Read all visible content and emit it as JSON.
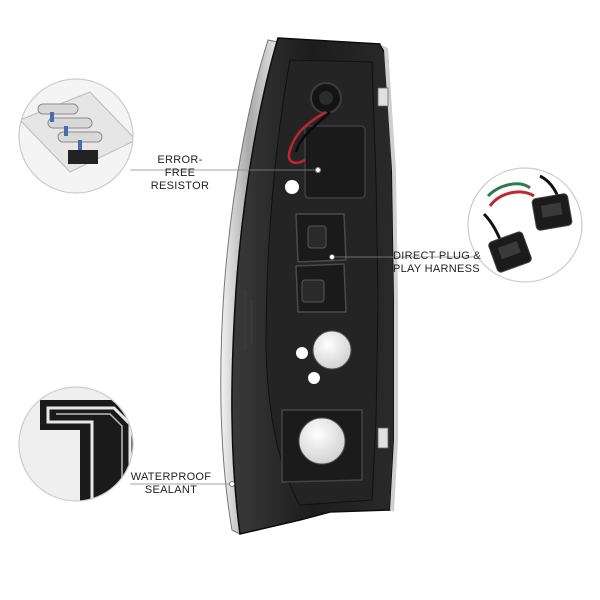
{
  "callouts": {
    "resistor": {
      "line1": "ERROR-FREE",
      "line2": "RESISTOR"
    },
    "harness": {
      "line1": "DIRECT PLUG &",
      "line2": "PLAY HARNESS"
    },
    "sealant": {
      "line1": "WATERPROOF",
      "line2": "SEALANT"
    }
  },
  "colors": {
    "background": "#ffffff",
    "housing_dark": "#1a1a1a",
    "housing_mid": "#2e2e2e",
    "chrome": "#d9d9d9",
    "callout_line": "#888888",
    "wire_red": "#c0272d",
    "wire_green": "#2f7a4d"
  }
}
